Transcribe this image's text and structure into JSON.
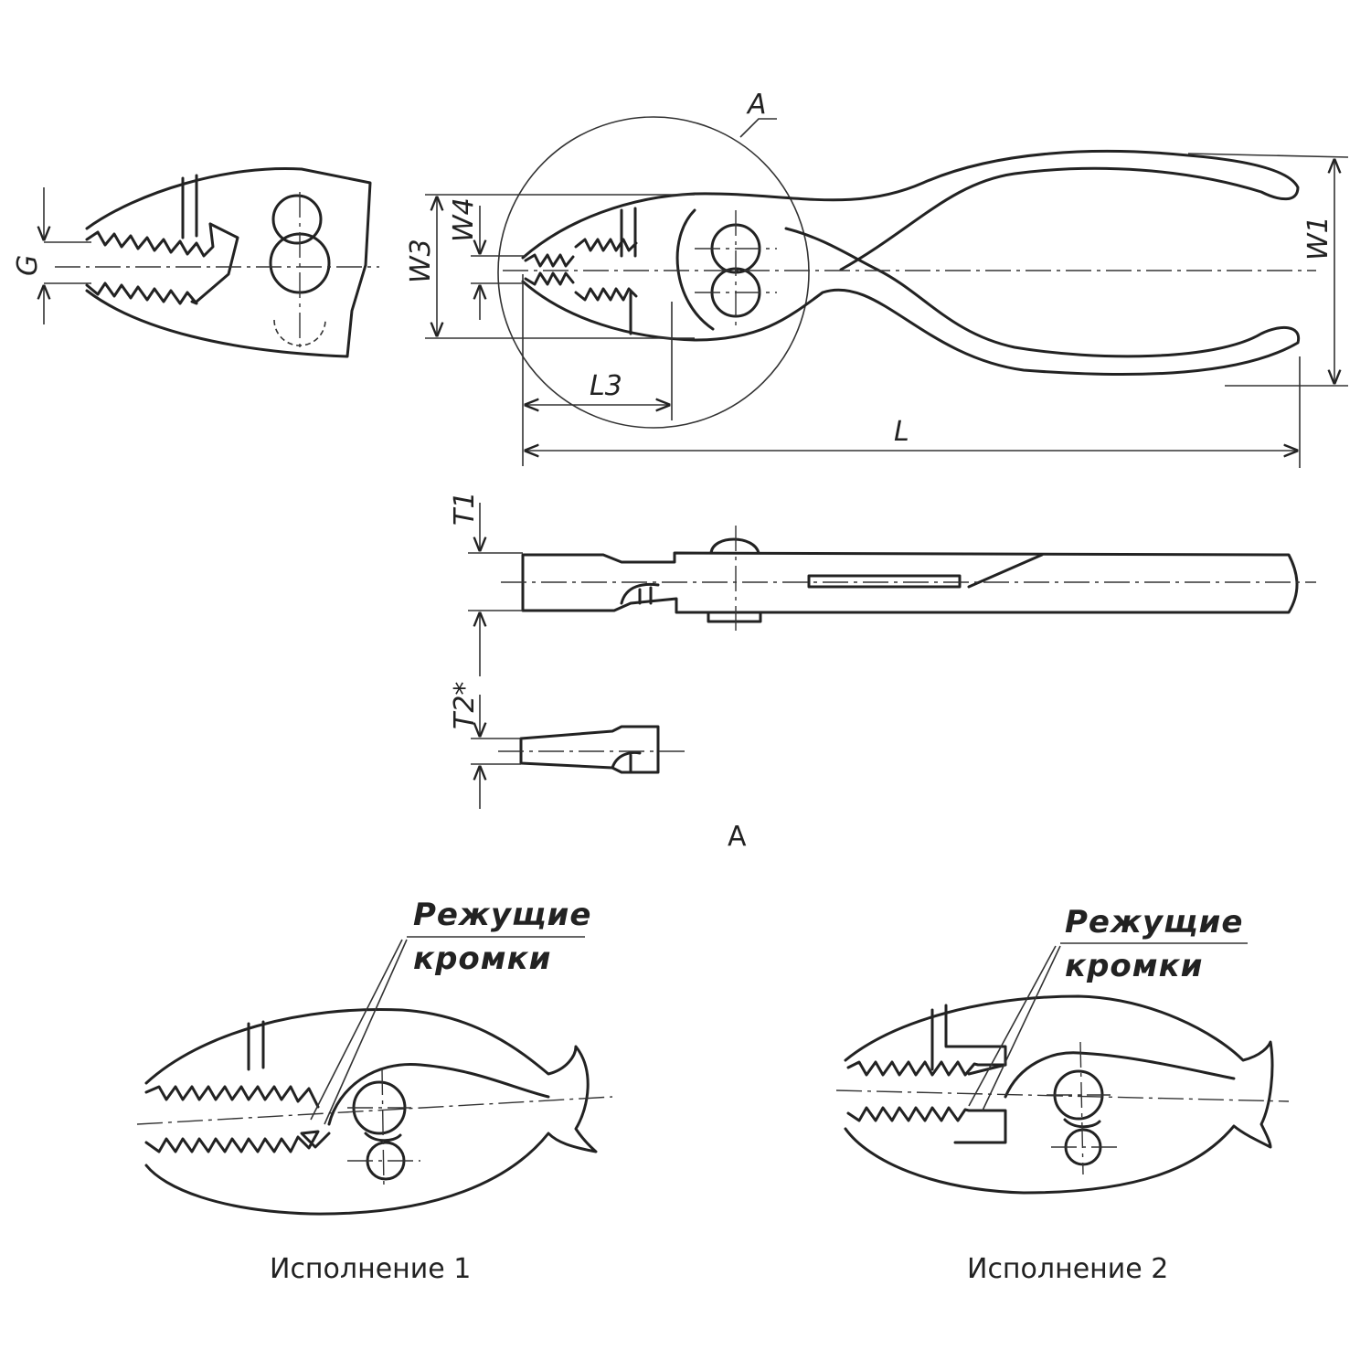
{
  "dimensions": {
    "G": "G",
    "W3": "W3",
    "W4": "W4",
    "W1": "W1",
    "L3": "L3",
    "L": "L",
    "T1": "T1",
    "T2": "T2*"
  },
  "detail_callout": "A",
  "detail_view_title": "A",
  "variant1": {
    "note_line1": "Режущие",
    "note_line2": "кромки",
    "caption": "Исполнение 1"
  },
  "variant2": {
    "note_line1": "Режущие",
    "note_line2": "кромки",
    "caption": "Исполнение 2"
  }
}
